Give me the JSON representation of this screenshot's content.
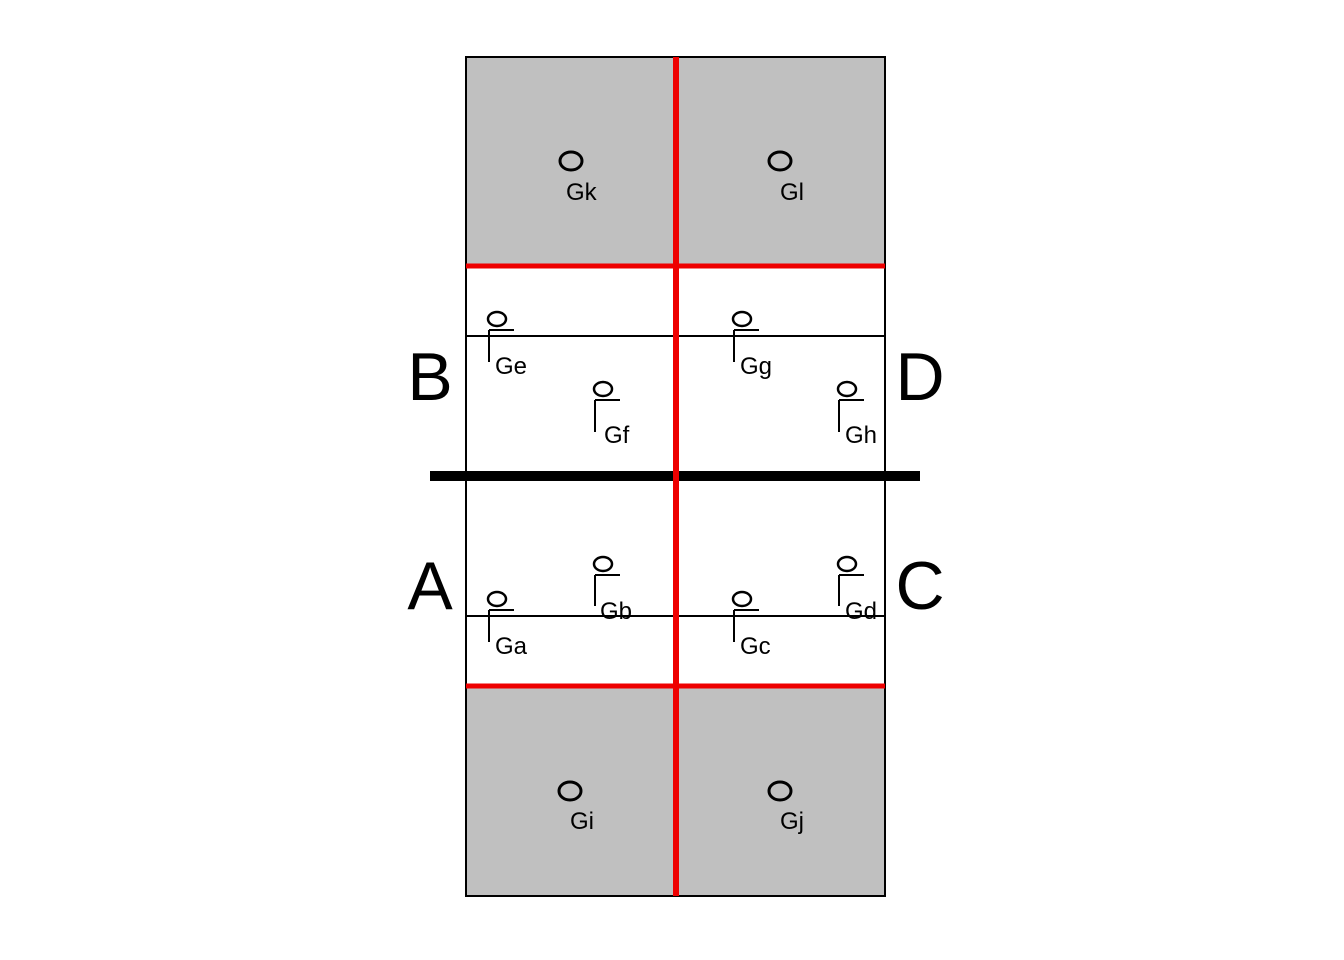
{
  "colors": {
    "back_zone": "#c0c0c0",
    "court_line": "#000000",
    "red_line": "#ee0000",
    "background": "#ffffff"
  },
  "sides": {
    "a": "A",
    "b": "B",
    "c": "C",
    "d": "D"
  },
  "zone_players": {
    "gi": "Gi",
    "gj": "Gj",
    "gk": "Gk",
    "gl": "Gl"
  },
  "court_players": {
    "ga": "Ga",
    "gb": "Gb",
    "gc": "Gc",
    "gd": "Gd",
    "ge": "Ge",
    "gf": "Gf",
    "gg": "Gg",
    "gh": "Gh"
  }
}
